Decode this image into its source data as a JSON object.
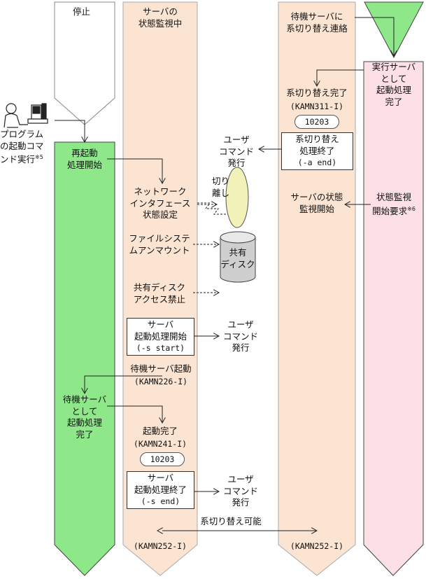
{
  "columns": {
    "stop": "停止",
    "monitoring": "サーバの\n状態監視中",
    "notify": "待機サーバに\n系切り替え連絡",
    "active_start": "実行サーバ\nとして\n起動処理\n完了"
  },
  "operator": {
    "label": "プログラム\nの起動コマ\nンド実行",
    "note": "※5"
  },
  "standby_server": {
    "restart": "再起動\n処理開始",
    "network": "ネットワーク\nインタフェース\n状態設定",
    "disconnect": "切り\n離し",
    "filesystem": "ファイルシステ\nムアンマウント",
    "disk_block": "共有ディスク\nアクセス禁止",
    "shared_disk": "共有\nディスク",
    "start_box": "サーバ\n起動処理開始",
    "start_option": "(-s start)",
    "user_cmd_1": "ユーザ\nコマンド\n発行",
    "standby_started": "待機サーバ起動",
    "msg_226": "(KAMN226-I)",
    "standby_complete": "待機サーバ\nとして\n起動処理\n完了",
    "start_done": "起動完了",
    "msg_241": "(KAMN241-I)",
    "code_1": "10203",
    "end_box": "サーバ\n起動処理終了",
    "end_option": "(-s end)",
    "user_cmd_2": "ユーザ\nコマンド\n発行",
    "switch_possible": "系切り替え可能",
    "msg_252_left": "(KAMN252-I)"
  },
  "active_server": {
    "switch_done": "系切り替え完了",
    "msg_311": "(KAMN311-I)",
    "code_2": "10203",
    "switch_end_box": "系切り替え\n処理終了",
    "switch_end_option": "(-a end)",
    "user_cmd_3": "ユーザ\nコマンド\n発行",
    "monitor_start": "サーバの状態\n監視開始",
    "monitor_request": "状態監視\n開始要求",
    "monitor_note": "※6",
    "msg_252_right": "(KAMN252-I)"
  },
  "colors": {
    "green": "#8ee88a",
    "beige": "#fbe4d2",
    "pink": "#fde0e6",
    "disk": "#cfcfcf",
    "ellipse": "#f1f1b8"
  }
}
